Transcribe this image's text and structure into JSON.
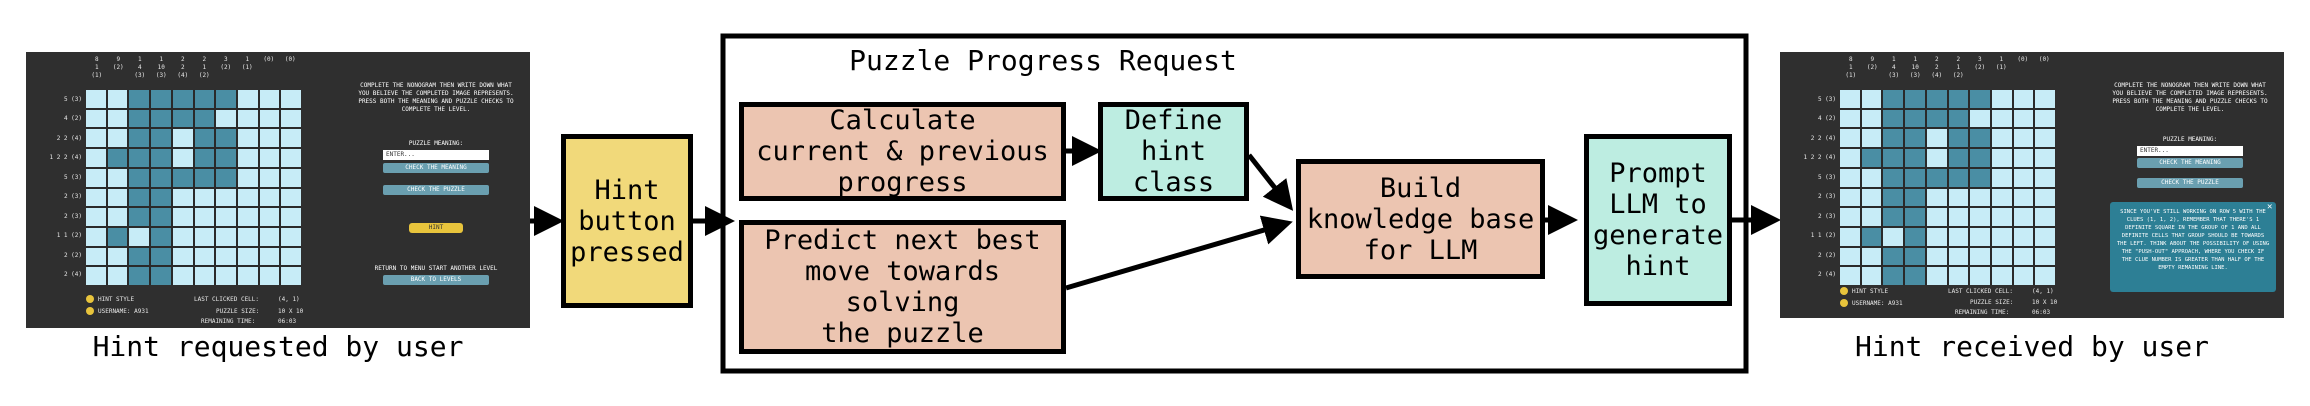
{
  "diagram": {
    "frame_title": "Puzzle Progress Request",
    "nodes": {
      "hint_button": "Hint\nbutton\npressed",
      "calculate": "Calculate\ncurrent & previous\nprogress",
      "predict": "Predict next best\nmove towards\nsolving\nthe puzzle",
      "define": "Define\nhint\nclass",
      "build": "Build\nknowledge base\nfor LLM",
      "prompt": "Prompt\nLLM to\ngenerate\nhint"
    },
    "captions": {
      "left": "Hint requested by user",
      "right": "Hint received by user"
    },
    "colors": {
      "salmon": "#ecc5b1",
      "mint": "#bdede1",
      "yellow": "#f1d97a"
    }
  },
  "screenshot": {
    "instructions": "COMPLETE THE NONOGRAM THEN WRITE DOWN WHAT YOU BELIEVE THE COMPLETED IMAGE REPRESENTS. PRESS BOTH THE MEANING AND PUZZLE CHECKS TO COMPLETE THE LEVEL.",
    "meaning_label": "PUZZLE MEANING:",
    "input_placeholder": "ENTER...",
    "check_meaning": "CHECK THE MEANING",
    "check_puzzle": "CHECK THE PUZZLE",
    "hint_label": "HINT",
    "return_text": "RETURN TO MENU START ANOTHER LEVEL",
    "back_levels": "BACK TO LEVELS",
    "hint_style": "HINT STYLE",
    "username": "USERNAME: A931",
    "last_clicked": "LAST CLICKED CELL:",
    "last_clicked_value": "(4, 1)",
    "puzzle_size": "PUZZLE SIZE:",
    "puzzle_size_value": "10 X 10",
    "remaining": "REMAINING TIME:",
    "remaining_left": "06:03",
    "remaining_right": "06:03",
    "hint_message": "SINCE YOU'VE STILL WORKING ON ROW 5 WITH THE CLUES (1, 1, 2), REMEMBER THAT THERE'S 1 DEFINITE SQUARE IN THE GROUP OF 1 AND ALL DEFINITE CELLS THAT GROUP SHOULD BE TOWARDS THE LEFT. THINK ABOUT THE POSSIBILITY OF USING THE \"PUSH-OUT\" APPROACH, WHERE YOU CHECK IF THE CLUE NUMBER IS GREATER THAN HALF OF THE EMPTY REMAINING LINE.",
    "row_clues": [
      "5 (3)",
      "4 (2)",
      "2 2 (4)",
      "1 2 2 (4)",
      "5 (3)",
      "2 (3)",
      "2 (3)",
      "1 1 (2)",
      "2 (2)",
      "2 (4)"
    ],
    "col_clues": [
      "8\n1\n(1)",
      "9\n(2)",
      "1\n4\n(3)",
      "1\n10\n(3)",
      "2\n2\n(4)",
      "2\n1\n(2)",
      "3\n(2)",
      "1\n(1)",
      "(0)",
      "(0)"
    ],
    "grid_rows": [
      "0011111000",
      "0011110000",
      "0011011000",
      "0111011000",
      "0011111000",
      "0011000000",
      "0011000000",
      "0101000000",
      "0011000000",
      "0011000000"
    ]
  }
}
